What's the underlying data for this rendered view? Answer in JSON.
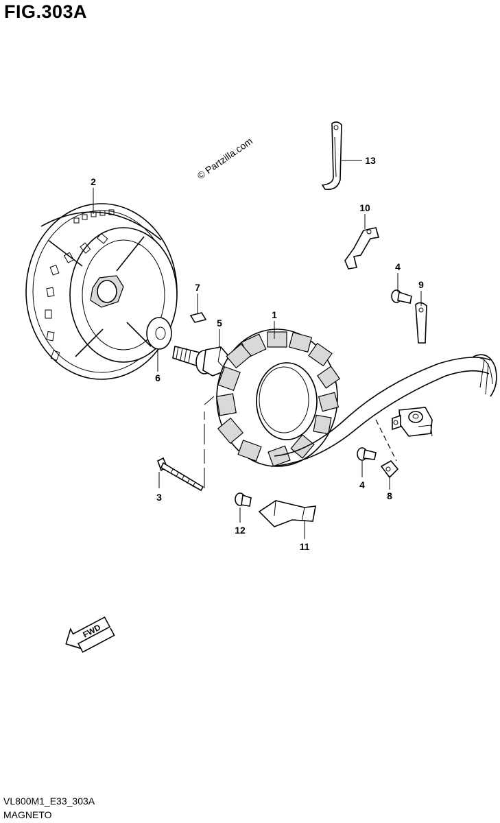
{
  "figure": {
    "title": "FIG.303A",
    "code": "VL800M1_E33_303A",
    "name": "MAGNETO",
    "watermark": "© Partzilla.com",
    "fwd_label": "FWD"
  },
  "callouts": [
    {
      "id": "c1",
      "label": "1"
    },
    {
      "id": "c2",
      "label": "2"
    },
    {
      "id": "c3",
      "label": "3"
    },
    {
      "id": "c4a",
      "label": "4"
    },
    {
      "id": "c4b",
      "label": "4"
    },
    {
      "id": "c5",
      "label": "5"
    },
    {
      "id": "c6",
      "label": "6"
    },
    {
      "id": "c7",
      "label": "7"
    },
    {
      "id": "c8",
      "label": "8"
    },
    {
      "id": "c9",
      "label": "9"
    },
    {
      "id": "c10",
      "label": "10"
    },
    {
      "id": "c11",
      "label": "11"
    },
    {
      "id": "c12",
      "label": "12"
    },
    {
      "id": "c13",
      "label": "13"
    }
  ]
}
